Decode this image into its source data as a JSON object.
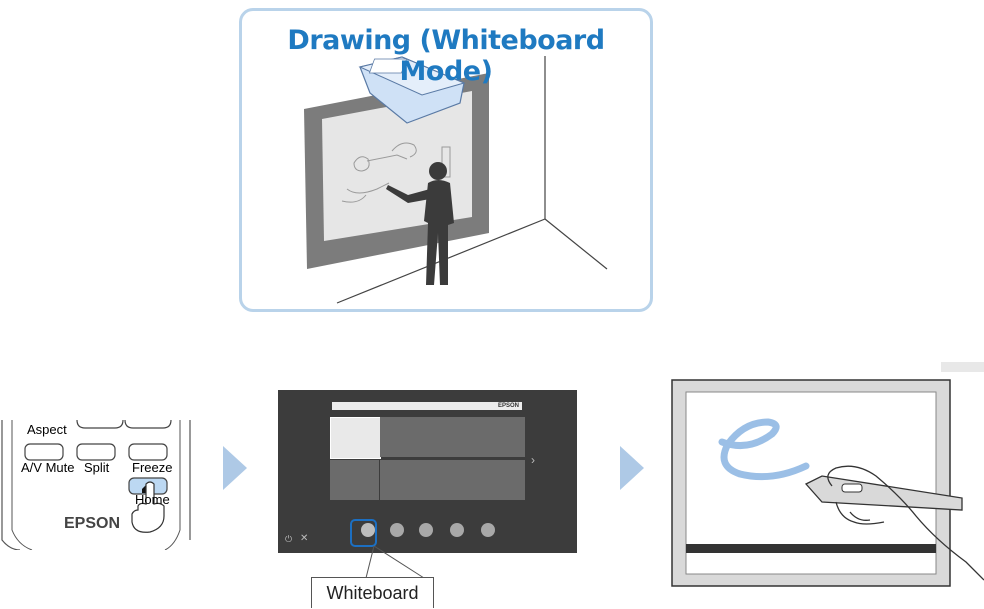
{
  "scene": {
    "title": "Drawing (Whiteboard Mode)"
  },
  "remote": {
    "buttons": {
      "aspect": "Aspect",
      "av_mute": "A/V Mute",
      "split": "Split",
      "freeze": "Freeze",
      "home": "Home"
    },
    "brand": "EPSON"
  },
  "home_screen": {
    "brand": "EPSON"
  },
  "callout": {
    "label": "Whiteboard"
  },
  "colors": {
    "accent_blue": "#1f7ac1",
    "panel_border": "#b9d3ea",
    "arrow": "#aec9e6",
    "stroke_letter": "#9bbfe6"
  }
}
